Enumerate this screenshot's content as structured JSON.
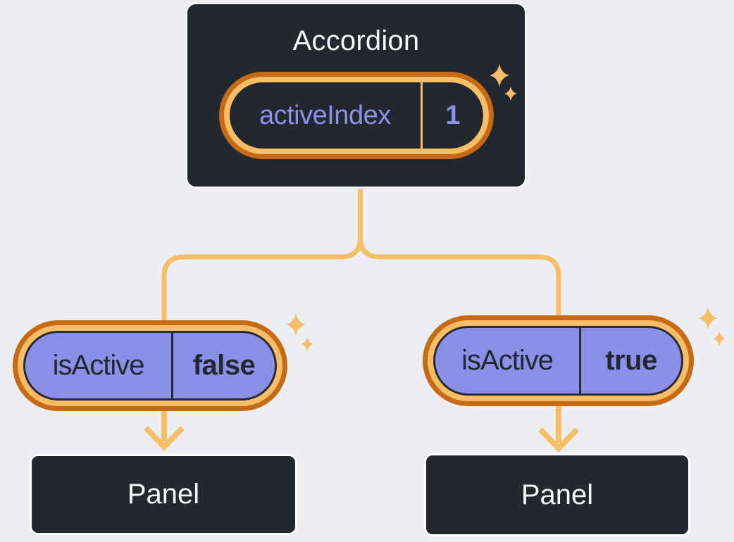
{
  "tree": {
    "root": {
      "title": "Accordion",
      "state": {
        "name": "activeIndex",
        "value": "1"
      }
    },
    "children": [
      {
        "prop": {
          "name": "isActive",
          "value": "false"
        },
        "panel": {
          "title": "Panel"
        }
      },
      {
        "prop": {
          "name": "isActive",
          "value": "true"
        },
        "panel": {
          "title": "Panel"
        }
      }
    ]
  },
  "icons": {
    "sparkle": "four-point-star",
    "arrow": "arrow-down"
  },
  "colors": {
    "node_background": "#23272F",
    "node_border": "#FFFFFF",
    "node_text": "#F6F7F9",
    "state_text": "#8B92EC",
    "prop_fill": "#8A90E8",
    "prop_text": "#23272F",
    "ring_outer": "#C76A15",
    "ring_inner": "#F8BD67",
    "connector": "#F8BD67",
    "sparkle": "#F6BC66",
    "background": "#ECEEF1"
  }
}
